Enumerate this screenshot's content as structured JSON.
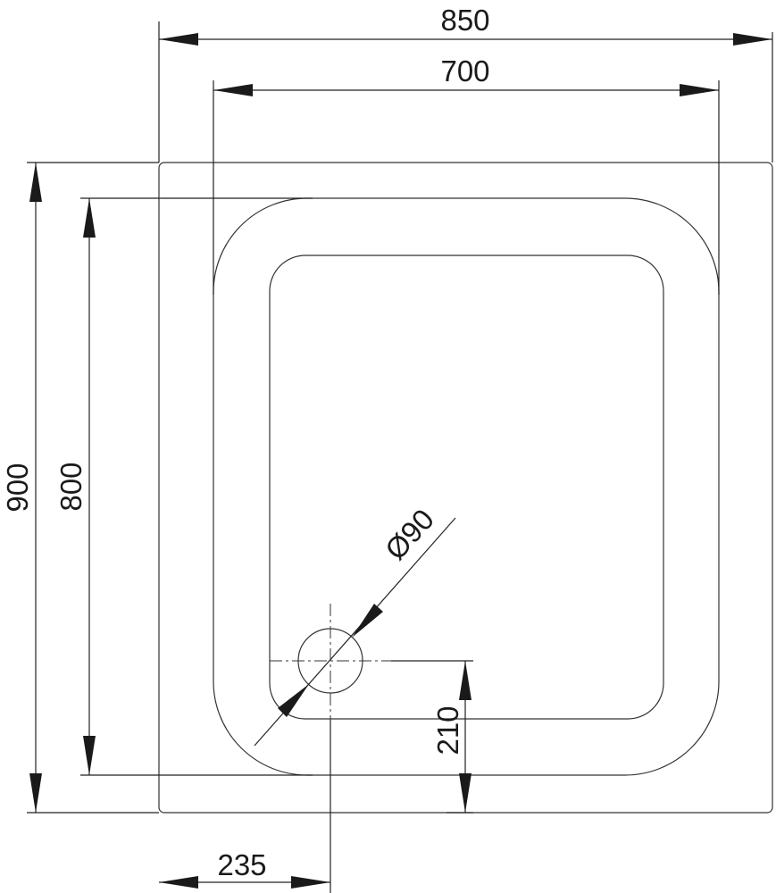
{
  "dimensions": {
    "overall_width": "850",
    "inner_width": "700",
    "overall_depth": "900",
    "inner_depth": "800",
    "drain_diameter": "Ø90",
    "drain_offset_x": "235",
    "drain_offset_y": "210"
  }
}
